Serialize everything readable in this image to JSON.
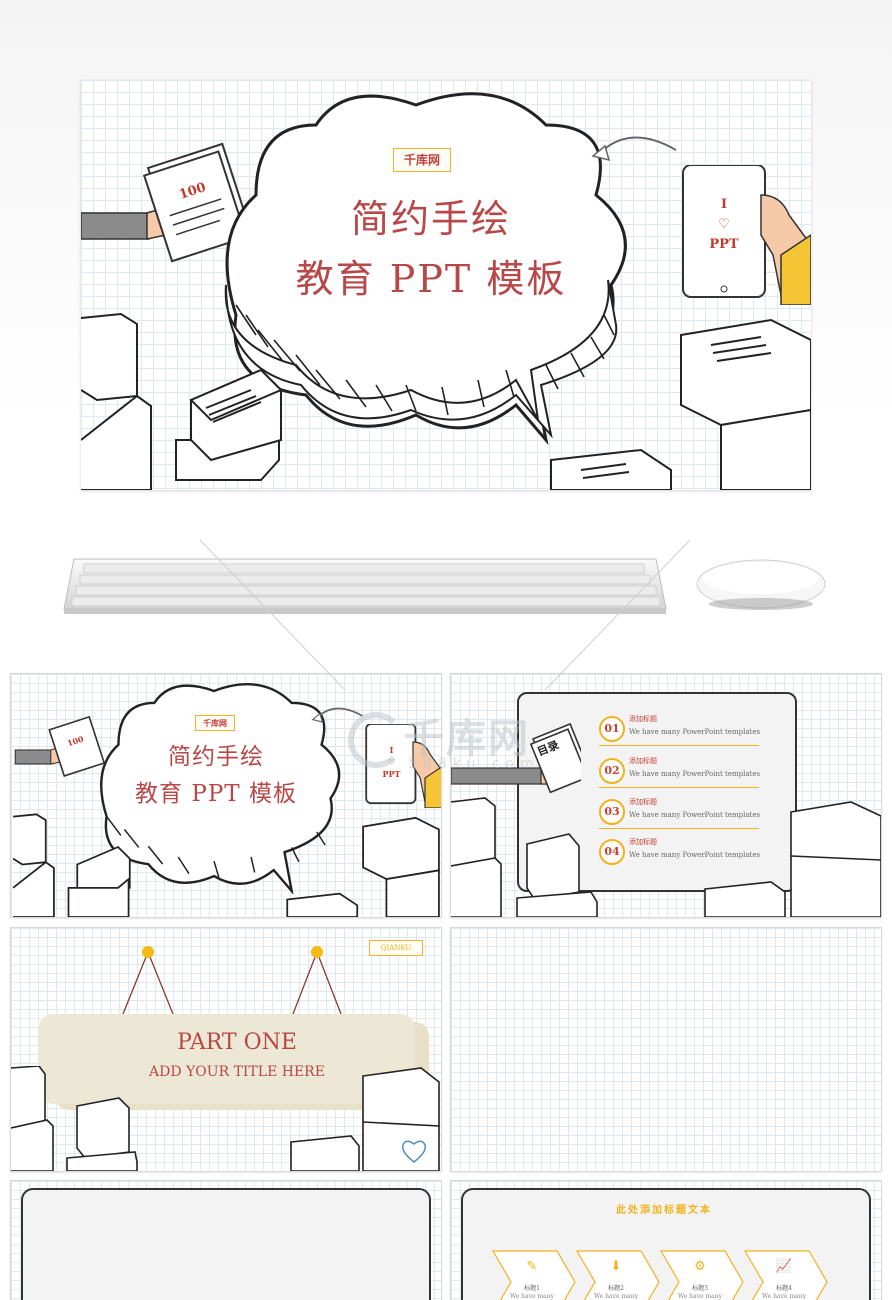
{
  "hero": {
    "badge": "千库网",
    "title_line1": "简约手绘",
    "title_line2": "教育 PPT 模板",
    "paper_number": "100",
    "phone_lines": [
      "I",
      "♡",
      "PPT"
    ]
  },
  "thumb_cover": {
    "badge": "千库网",
    "title_line1": "简约手绘",
    "title_line2": "教育 PPT 模板",
    "paper_number": "100",
    "phone_lines": [
      "I",
      "♡",
      "PPT"
    ]
  },
  "thumb_toc": {
    "book_label": "目录",
    "items": [
      {
        "num": "01",
        "title": "添加标题",
        "sub": "We have many PowerPoint templates"
      },
      {
        "num": "02",
        "title": "添加标题",
        "sub": "We have many PowerPoint templates"
      },
      {
        "num": "03",
        "title": "添加标题",
        "sub": "We have many PowerPoint templates"
      },
      {
        "num": "04",
        "title": "添加标题",
        "sub": "We have many PowerPoint templates"
      }
    ]
  },
  "watermark": {
    "main": "千库网",
    "sub": "588ku.com"
  },
  "thumb_part": {
    "badge": "QIANKU",
    "title": "PART ONE",
    "subtitle": "ADD YOUR TITLE HERE"
  },
  "thumb_steps": {
    "heading": "此处添加标题文本",
    "steps": [
      {
        "label": "标题1",
        "sub": "We have many",
        "icon": "pencil-icon"
      },
      {
        "label": "标题2",
        "sub": "We have many",
        "icon": "download-icon"
      },
      {
        "label": "标题3",
        "sub": "We have many",
        "icon": "gear-icon"
      },
      {
        "label": "标题4",
        "sub": "We have many",
        "icon": "chart-icon"
      }
    ]
  },
  "colors": {
    "title_red": "#b84747",
    "accent_yellow": "#f2b21c",
    "grid": "#dfe7ef"
  }
}
